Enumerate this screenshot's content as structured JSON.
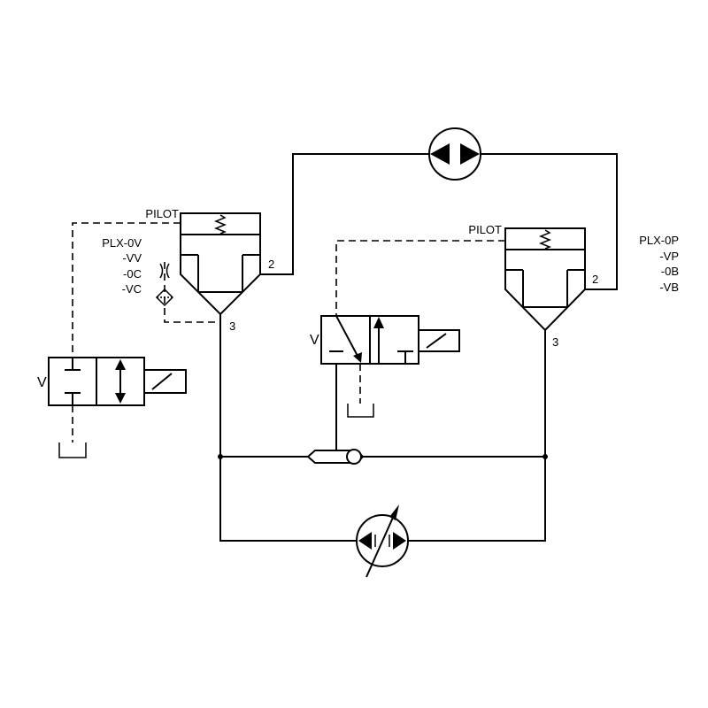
{
  "left_valve": {
    "pilot_label": "PILOT",
    "model_lines": [
      "PLX-0V",
      "-VV",
      "-0C",
      "-VC"
    ],
    "port_2": "2",
    "port_3": "3"
  },
  "right_valve": {
    "pilot_label": "PILOT",
    "model_lines": [
      "PLX-0P",
      "-VP",
      "-0B",
      "-VB"
    ],
    "port_2": "2",
    "port_3": "3"
  },
  "left_solenoid": {
    "mark": "V"
  },
  "center_solenoid": {
    "mark": "V"
  },
  "icons": {
    "motor": "bidirectional-hydraulic-motor-icon",
    "pump": "variable-bidirectional-pump-icon",
    "shuttle": "shuttle-valve-icon",
    "filter": "filter-icon",
    "orifice": "orifice-icon",
    "tank": "tank-icon",
    "spring": "spring-icon"
  }
}
